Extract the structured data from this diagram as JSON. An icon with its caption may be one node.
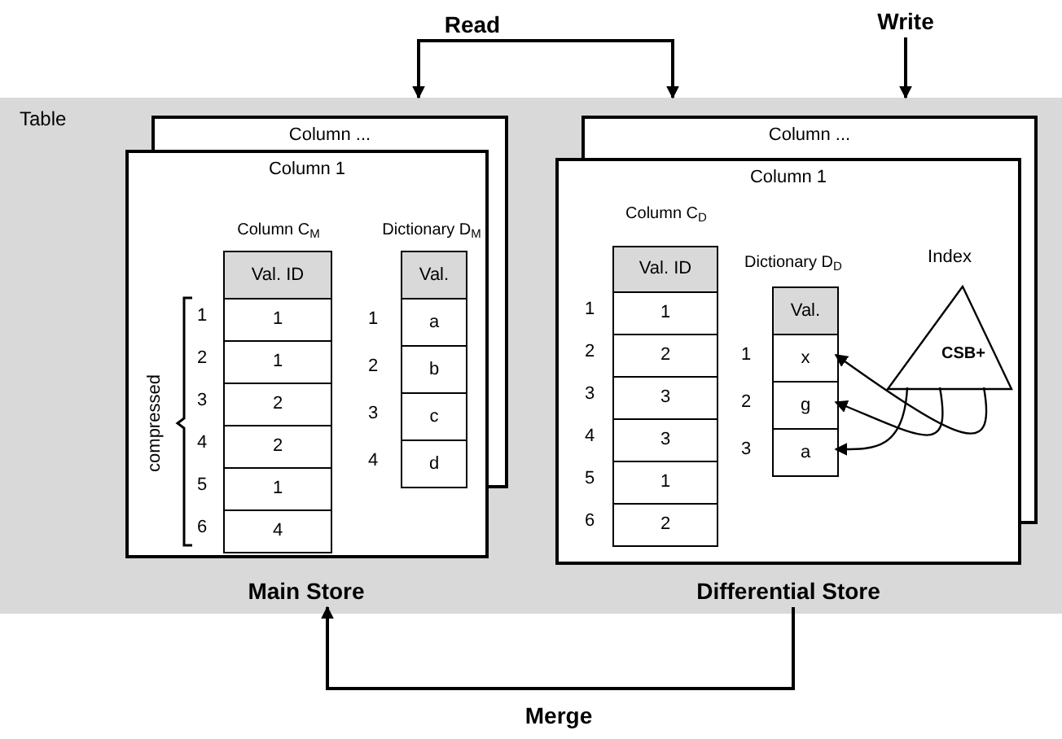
{
  "diagram": {
    "nodes": [
      {
        "text": [
          "Table"
        ]
      },
      {
        "text": [
          "Column ..."
        ],
        "in": 0
      },
      {
        "text": [
          "Column 1"
        ],
        "in": 0
      },
      {
        "text": [
          "Column C$_{M}$"
        ],
        "in": 2
      },
      {
        "text": [
          "Val. ID"
        ],
        "in": 3
      },
      {
        "text": [
          "1"
        ],
        "in": 3
      },
      {
        "text": [
          "1"
        ],
        "in": 3
      },
      {
        "text": [
          "2"
        ],
        "in": 3
      },
      {
        "text": [
          "2"
        ],
        "in": 3
      },
      {
        "text": [
          "1"
        ],
        "in": 3
      },
      {
        "text": [
          "4"
        ],
        "in": 3
      },
      {
        "text": [
          "Dictionary D$_{M}$"
        ],
        "in": 2
      },
      {
        "text": [
          "Val."
        ],
        "in": 11
      },
      {
        "text": [
          "a"
        ],
        "in": 11
      },
      {
        "text": [
          "b"
        ],
        "in": 11
      },
      {
        "text": [
          "c"
        ],
        "in": 11
      },
      {
        "text": [
          "d"
        ],
        "in": 11
      },
      {
        "text": [
          "Column ..."
        ],
        "in": 0
      },
      {
        "text": [
          "Column 1"
        ],
        "in": 0
      },
      {
        "text": [
          "Column C$_{D}$"
        ],
        "in": 18
      },
      {
        "text": [
          "Val. ID"
        ],
        "in": 19
      },
      {
        "text": [
          "1"
        ],
        "in": 19
      },
      {
        "text": [
          "2"
        ],
        "in": 19
      },
      {
        "text": [
          "3"
        ],
        "in": 19
      },
      {
        "text": [
          "3"
        ],
        "in": 19
      },
      {
        "text": [
          "1"
        ],
        "in": 19
      },
      {
        "text": [
          "2"
        ],
        "in": 19
      },
      {
        "text": [
          "Dictionary D$_{D}$"
        ],
        "in": 18
      },
      {
        "text": [
          "Val."
        ],
        "in": 27
      },
      {
        "text": [
          "x"
        ],
        "in": 27
      },
      {
        "text": [
          "g"
        ],
        "in": 27
      },
      {
        "text": [
          "a"
        ],
        "in": 27
      },
      {
        "text": [
          "Index",
          "CSB+"
        ],
        "in": 18
      },
      {
        "text": [
          "Main Store"
        ],
        "in": 0
      },
      {
        "text": [
          "Differential Store"
        ],
        "in": 0
      },
      {
        "text": [
          "Read"
        ]
      },
      {
        "text": [
          "Write"
        ]
      }
    ],
    "edges": [
      {
        "from": 35,
        "to": 0,
        "arrow": "to"
      },
      {
        "from": 35,
        "to": 0,
        "arrow": "to"
      },
      {
        "from": 36,
        "to": 0,
        "arrow": "to"
      },
      {
        "from": 34,
        "to": 33,
        "arrow": "to",
        "label": "Merge"
      },
      {
        "from": 32,
        "to": 29,
        "arrow": "to"
      },
      {
        "from": 32,
        "to": 30,
        "arrow": "to"
      },
      {
        "from": 32,
        "to": 31,
        "arrow": "to"
      }
    ],
    "labels": [
      "1",
      "2",
      "3",
      "4",
      "5",
      "6",
      "1",
      "2",
      "3",
      "4",
      "compressed",
      "1",
      "2",
      "3",
      "4",
      "5",
      "6",
      "1",
      "2",
      "3"
    ]
  }
}
